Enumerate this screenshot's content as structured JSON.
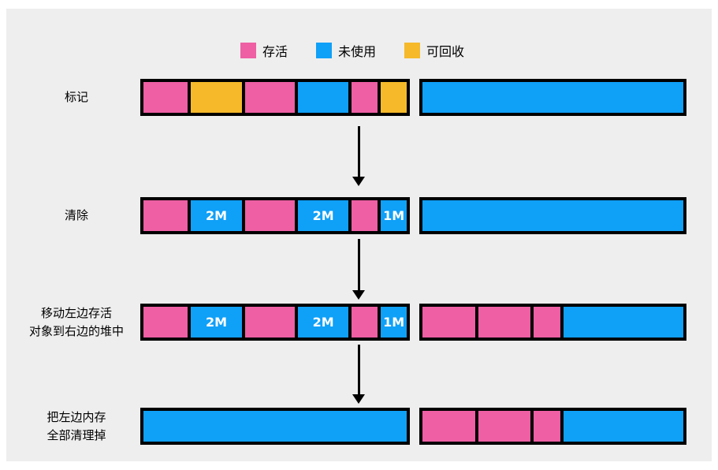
{
  "colors": {
    "alive": "#ee5fa4",
    "unused": "#0fa0f8",
    "recyclable": "#f5b92a",
    "panel_bg": "#eeeeee",
    "page_bg": "#ffffff",
    "outline": "#000000",
    "segment_label_text": "#ffffff"
  },
  "legend": [
    {
      "label": "存活",
      "color_key": "alive"
    },
    {
      "label": "未使用",
      "color_key": "unused"
    },
    {
      "label": "可回收",
      "color_key": "recyclable"
    }
  ],
  "rows": [
    {
      "label_lines": [
        "标记"
      ],
      "left_bar": [
        {
          "color_key": "alive",
          "size": 60,
          "label": ""
        },
        {
          "color_key": "recyclable",
          "size": 70,
          "label": ""
        },
        {
          "color_key": "alive",
          "size": 68,
          "label": ""
        },
        {
          "color_key": "unused",
          "size": 68,
          "label": ""
        },
        {
          "color_key": "alive",
          "size": 36,
          "label": ""
        },
        {
          "color_key": "recyclable",
          "size": 35,
          "label": ""
        }
      ],
      "right_bar": [
        {
          "color_key": "unused",
          "size": 330,
          "label": ""
        }
      ]
    },
    {
      "label_lines": [
        "清除"
      ],
      "left_bar": [
        {
          "color_key": "alive",
          "size": 60,
          "label": ""
        },
        {
          "color_key": "unused",
          "size": 70,
          "label": "2M"
        },
        {
          "color_key": "alive",
          "size": 68,
          "label": ""
        },
        {
          "color_key": "unused",
          "size": 68,
          "label": "2M"
        },
        {
          "color_key": "alive",
          "size": 36,
          "label": ""
        },
        {
          "color_key": "unused",
          "size": 35,
          "label": "1M"
        }
      ],
      "right_bar": [
        {
          "color_key": "unused",
          "size": 330,
          "label": ""
        }
      ]
    },
    {
      "label_lines": [
        "移动左边存活",
        "对象到右边的堆中"
      ],
      "left_bar": [
        {
          "color_key": "alive",
          "size": 60,
          "label": ""
        },
        {
          "color_key": "unused",
          "size": 70,
          "label": "2M"
        },
        {
          "color_key": "alive",
          "size": 68,
          "label": ""
        },
        {
          "color_key": "unused",
          "size": 68,
          "label": "2M"
        },
        {
          "color_key": "alive",
          "size": 36,
          "label": ""
        },
        {
          "color_key": "unused",
          "size": 35,
          "label": "1M"
        }
      ],
      "right_bar": [
        {
          "color_key": "alive",
          "size": 70,
          "label": ""
        },
        {
          "color_key": "alive",
          "size": 70,
          "label": ""
        },
        {
          "color_key": "alive",
          "size": 35,
          "label": ""
        },
        {
          "color_key": "unused",
          "size": 160,
          "label": ""
        }
      ]
    },
    {
      "label_lines": [
        "把左边内存",
        "全部清理掉"
      ],
      "left_bar": [
        {
          "color_key": "unused",
          "size": 330,
          "label": ""
        }
      ],
      "right_bar": [
        {
          "color_key": "alive",
          "size": 70,
          "label": ""
        },
        {
          "color_key": "alive",
          "size": 70,
          "label": ""
        },
        {
          "color_key": "alive",
          "size": 35,
          "label": ""
        },
        {
          "color_key": "unused",
          "size": 160,
          "label": ""
        }
      ]
    }
  ]
}
